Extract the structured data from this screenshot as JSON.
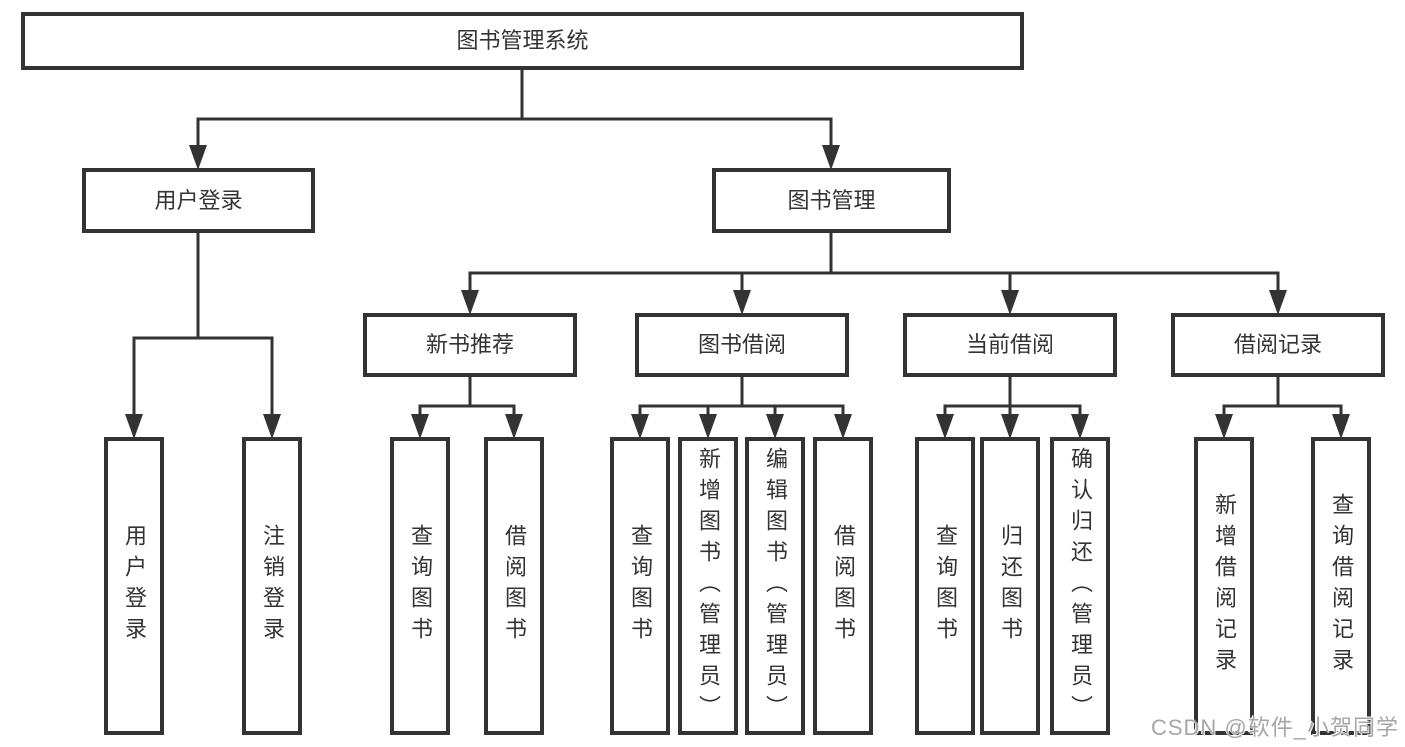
{
  "colors": {
    "line": "#333333",
    "box_border": "#333333",
    "box_background": "#ffffff",
    "text": "#333333",
    "watermark_text": "#a6a6a6"
  },
  "tree": {
    "label": "图书管理系统",
    "children": [
      {
        "label": "用户登录",
        "children": [
          {
            "label": "用户登录"
          },
          {
            "label": "注销登录"
          }
        ]
      },
      {
        "label": "图书管理",
        "children": [
          {
            "label": "新书推荐",
            "children": [
              {
                "label": "查询图书"
              },
              {
                "label": "借阅图书"
              }
            ]
          },
          {
            "label": "图书借阅",
            "children": [
              {
                "label": "查询图书"
              },
              {
                "label": "新增图书（管理员）"
              },
              {
                "label": "编辑图书（管理员）"
              },
              {
                "label": "借阅图书"
              }
            ]
          },
          {
            "label": "当前借阅",
            "children": [
              {
                "label": "查询图书"
              },
              {
                "label": "归还图书"
              },
              {
                "label": "确认归还（管理员）"
              }
            ]
          },
          {
            "label": "借阅记录",
            "children": [
              {
                "label": "新增借阅记录"
              },
              {
                "label": "查询借阅记录"
              }
            ]
          }
        ]
      }
    ]
  },
  "watermark": {
    "text": "CSDN @软件_小贺同学"
  }
}
